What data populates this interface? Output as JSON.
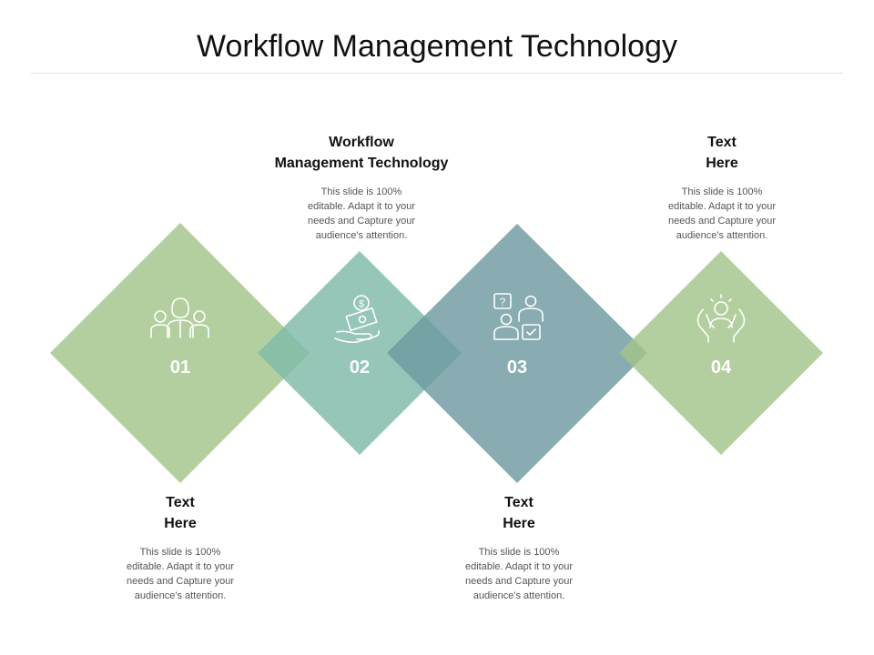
{
  "title": "Workflow Management Technology",
  "colors": {
    "diamond_light_green": "#a3c58a",
    "diamond_teal": "#7fb9a8",
    "diamond_slate": "#6e9aa0",
    "overlap_mix": "#6ea88e",
    "overlap_dark": "#5d8f8c",
    "overlap_right": "#8fb89a"
  },
  "steps": [
    {
      "number": "01",
      "icon": "team-people-icon",
      "title_line1": "Text",
      "title_line2": "Here",
      "body_line1": "This slide is 100%",
      "body_line2": "editable. Adapt it to your",
      "body_line3": "needs and Capture your",
      "body_line4": "audience's attention."
    },
    {
      "number": "02",
      "icon": "hand-money-icon",
      "title_line1": "Workflow",
      "title_line2": "Management Technology",
      "body_line1": "This slide is 100%",
      "body_line2": "editable. Adapt it to your",
      "body_line3": "needs and Capture your",
      "body_line4": "audience's attention."
    },
    {
      "number": "03",
      "icon": "people-question-check-icon",
      "title_line1": "Text",
      "title_line2": "Here",
      "body_line1": "This slide is 100%",
      "body_line2": "editable. Adapt it to your",
      "body_line3": "needs and Capture your",
      "body_line4": "audience's attention."
    },
    {
      "number": "04",
      "icon": "hands-leader-icon",
      "title_line1": "Text",
      "title_line2": "Here",
      "body_line1": "This slide is 100%",
      "body_line2": "editable. Adapt it to your",
      "body_line3": "needs and Capture your",
      "body_line4": "audience's attention."
    }
  ]
}
